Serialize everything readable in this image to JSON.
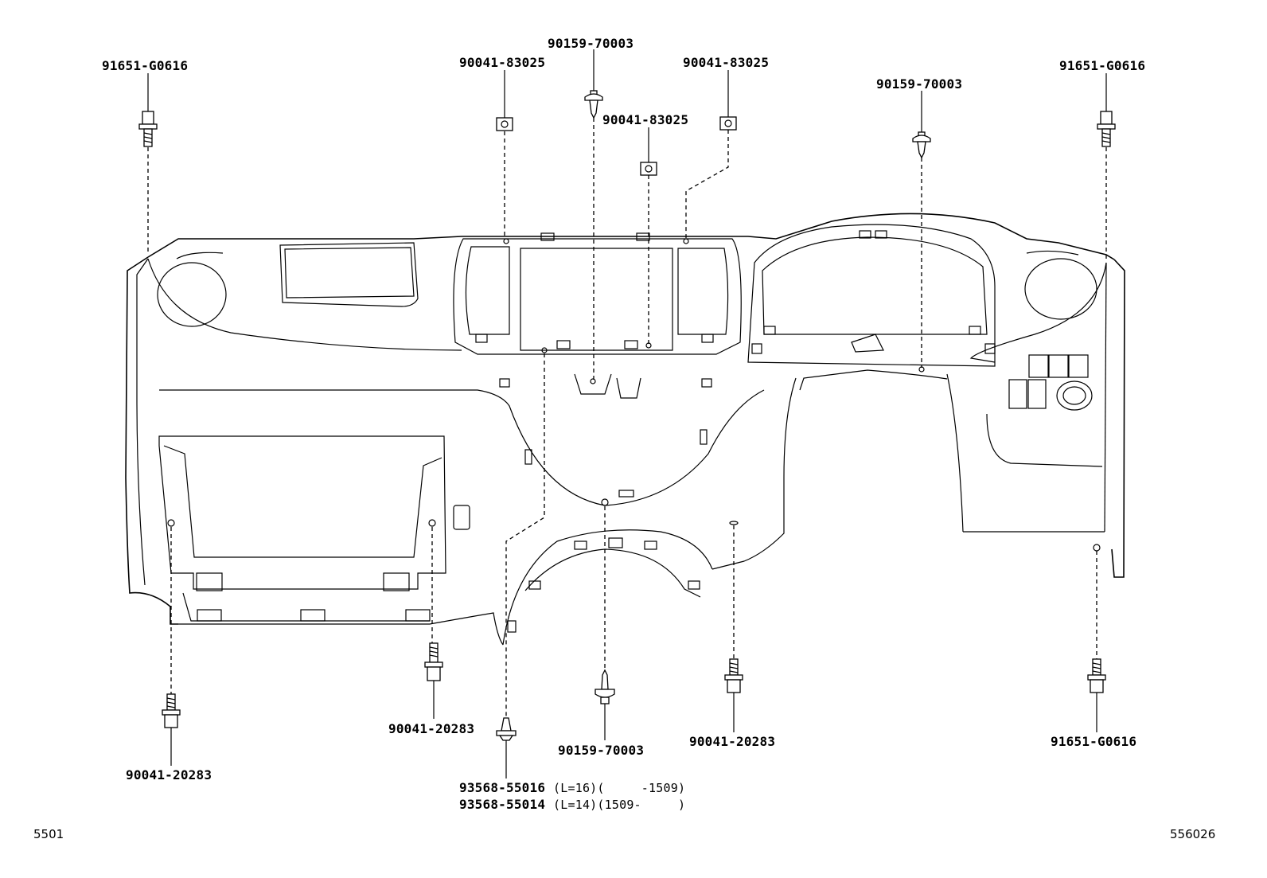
{
  "diagram": {
    "page_number": "5501",
    "illustration_number": "556026",
    "parts": {
      "bolt_top_left": "91651-G0616",
      "clip_left": "90041-83025",
      "screw_top_center": "90159-70003",
      "clip_center": "90041-83025",
      "clip_right": "90041-83025",
      "screw_top_right": "90159-70003",
      "bolt_top_right": "91651-G0616",
      "bolt_bottom_left": "90041-20283",
      "bolt_bottom_left_center": "90041-20283",
      "screw_bottom_center": "90159-70003",
      "bolt_bottom_right_center": "90041-20283",
      "bolt_bottom_right": "91651-G0616",
      "rivet_a_number": "93568-55016",
      "rivet_a_note": "(L=16)(     -1509)",
      "rivet_b_number": "93568-55014",
      "rivet_b_note": "(L=14)(1509-     )"
    }
  }
}
